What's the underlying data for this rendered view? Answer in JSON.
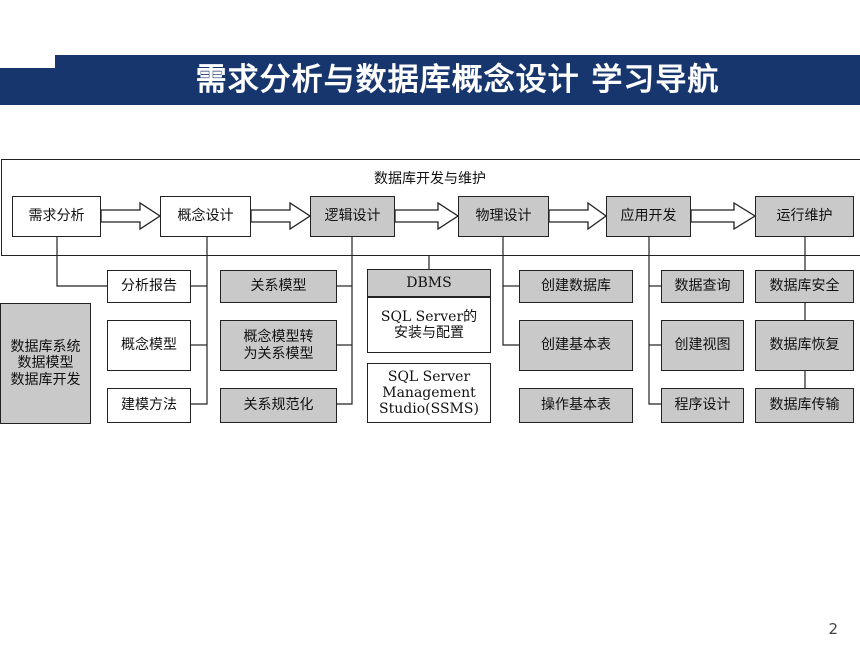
{
  "slide": {
    "title": "需求分析与数据库概念设计  学习导航",
    "page_number": "2"
  },
  "frame": {
    "title": "数据库开发与维护"
  },
  "stages": [
    "需求分析",
    "概念设计",
    "逻辑设计",
    "物理设计",
    "应用开发",
    "运行维护"
  ],
  "side_box": [
    "数据库系统",
    "数据模型",
    "数据库开发"
  ],
  "col_requirements": [
    "分析报告",
    "概念模型",
    "建模方法"
  ],
  "col_logical": {
    "item1": "关系模型",
    "item2_lines": [
      "概念模型转",
      "为关系模型"
    ],
    "item3": "关系规范化"
  },
  "col_dbms": {
    "item1": "DBMS",
    "item2_lines": [
      "SQL Server的",
      "安装与配置"
    ],
    "item3_lines": [
      "SQL Server",
      "Management",
      "Studio(SSMS)"
    ]
  },
  "col_physical": [
    "创建数据库",
    "创建基本表",
    "操作基本表"
  ],
  "col_application": [
    "数据查询",
    "创建视图",
    "程序设计"
  ],
  "col_maintenance": [
    "数据库安全",
    "数据库恢复",
    "数据库传输"
  ]
}
